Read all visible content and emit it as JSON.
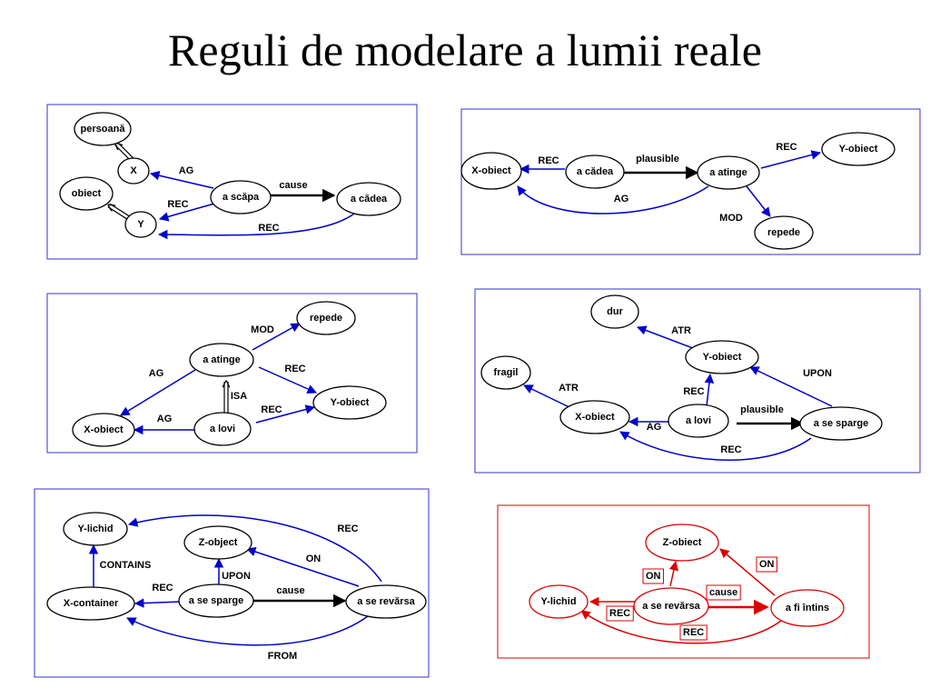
{
  "title": "Reguli de modelare a lumii reale",
  "diagrams": [
    {
      "id": "d1",
      "nodes": {
        "persoana": "persoană",
        "x": "X",
        "obiect": "obiect",
        "y": "Y",
        "a_scapa": "a scăpa",
        "a_cadea": "a cădea"
      },
      "labels": {
        "ag": "AG",
        "rec1": "REC",
        "cause": "cause",
        "rec2": "REC"
      }
    },
    {
      "id": "d2",
      "nodes": {
        "x_obiect": "X-obiect",
        "a_cadea": "a cădea",
        "a_atinge": "a atinge",
        "y_obiect": "Y-obiect",
        "repede": "repede"
      },
      "labels": {
        "rec1": "REC",
        "plausible": "plausible",
        "rec2": "REC",
        "ag": "AG",
        "mod": "MOD"
      }
    },
    {
      "id": "d3",
      "nodes": {
        "repede": "repede",
        "a_atinge": "a atinge",
        "y_obiect": "Y-obiect",
        "x_obiect": "X-obiect",
        "a_lovi": "a lovi"
      },
      "labels": {
        "mod": "MOD",
        "ag1": "AG",
        "rec1": "REC",
        "isa": "ISA",
        "rec2": "REC",
        "ag2": "AG"
      }
    },
    {
      "id": "d4",
      "nodes": {
        "dur": "dur",
        "y_obiect": "Y-obiect",
        "fragil": "fragil",
        "x_obiect": "X-obiect",
        "a_lovi": "a lovi",
        "a_se_sparge": "a se sparge"
      },
      "labels": {
        "atr1": "ATR",
        "upon": "UPON",
        "atr2": "ATR",
        "rec1": "REC",
        "plausible": "plausible",
        "ag": "AG",
        "rec2": "REC"
      }
    },
    {
      "id": "d5",
      "nodes": {
        "y_lichid": "Y-lichid",
        "z_object": "Z-object",
        "x_container": "X-container",
        "a_se_sparge": "a se sparge",
        "a_se_revarsa": "a se revărsa"
      },
      "labels": {
        "rec1": "REC",
        "on": "ON",
        "contains": "CONTAINS",
        "rec2": "REC",
        "upon": "UPON",
        "cause": "cause",
        "from": "FROM"
      }
    },
    {
      "id": "d6",
      "nodes": {
        "z_object": "Z-obiect",
        "y_lichid": "Y-lichid",
        "a_se_revarsa": "a se revărsa",
        "a_fi_intins": "a fi întins"
      },
      "labels": {
        "on1": "ON",
        "on2": "ON",
        "cause": "cause",
        "rec1": "REC",
        "rec2": "REC"
      }
    }
  ],
  "colors": {
    "frame_blue": "#3333cc",
    "edge_blue": "#0000cc",
    "edge_black": "#000000",
    "highlight_red": "#dd0000",
    "text": "#000000"
  }
}
